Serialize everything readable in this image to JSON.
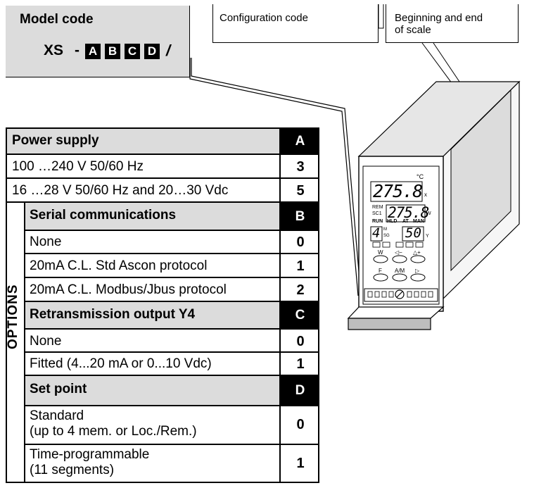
{
  "model": {
    "title": "Model code",
    "prefix": "XS",
    "dash": "-",
    "letters": [
      "A",
      "B",
      "C",
      "D"
    ],
    "slash": "/"
  },
  "callouts": {
    "configuration": "Configuration code",
    "scale_line1": "Beginning and end",
    "scale_line2": "of scale"
  },
  "table": {
    "power": {
      "title": "Power supply",
      "code": "A",
      "rows": [
        {
          "label": "100 …240 V 50/60 Hz",
          "value": "3"
        },
        {
          "label": "16 …28 V 50/60 Hz and 20…30 Vdc",
          "value": "5"
        }
      ]
    },
    "options_label": "OPTIONS",
    "serial": {
      "title": "Serial communications",
      "code": "B",
      "rows": [
        {
          "label": "None",
          "value": "0"
        },
        {
          "label": "20mA C.L. Std Ascon protocol",
          "value": "1"
        },
        {
          "label": "20mA C.L. Modbus/Jbus protocol",
          "value": "2"
        }
      ]
    },
    "retrans": {
      "title": "Retransmission output Y4",
      "code": "C",
      "rows": [
        {
          "label": "None",
          "value": "0"
        },
        {
          "label": "Fitted (4...20 mA or 0...10 Vdc)",
          "value": "1"
        }
      ]
    },
    "setpoint": {
      "title": "Set point",
      "code": "D",
      "rows": [
        {
          "line1": "Standard",
          "line2": "(up to 4 mem. or Loc./Rem.)",
          "value": "0"
        },
        {
          "line1": "Time-programmable",
          "line2": "(11 segments)",
          "value": "1"
        }
      ]
    }
  },
  "device": {
    "unit": "°C",
    "display_x": "275.8",
    "display_w": "275.8",
    "display_y": "50",
    "display_step": "4",
    "label_x": "x",
    "label_w": "W",
    "label_y": "Y",
    "label_rem": "REM",
    "label_sc1": "SC1",
    "label_run": "RUN",
    "label_hld": "HLD",
    "label_at": "AT",
    "label_man": "MAN",
    "label_m": "M",
    "label_sg": "SG",
    "btn_w": "W",
    "btn_minus": "◁−",
    "btn_plus": "△+",
    "btn_f": "F",
    "btn_am": "A/M",
    "btn_next": "▷"
  }
}
